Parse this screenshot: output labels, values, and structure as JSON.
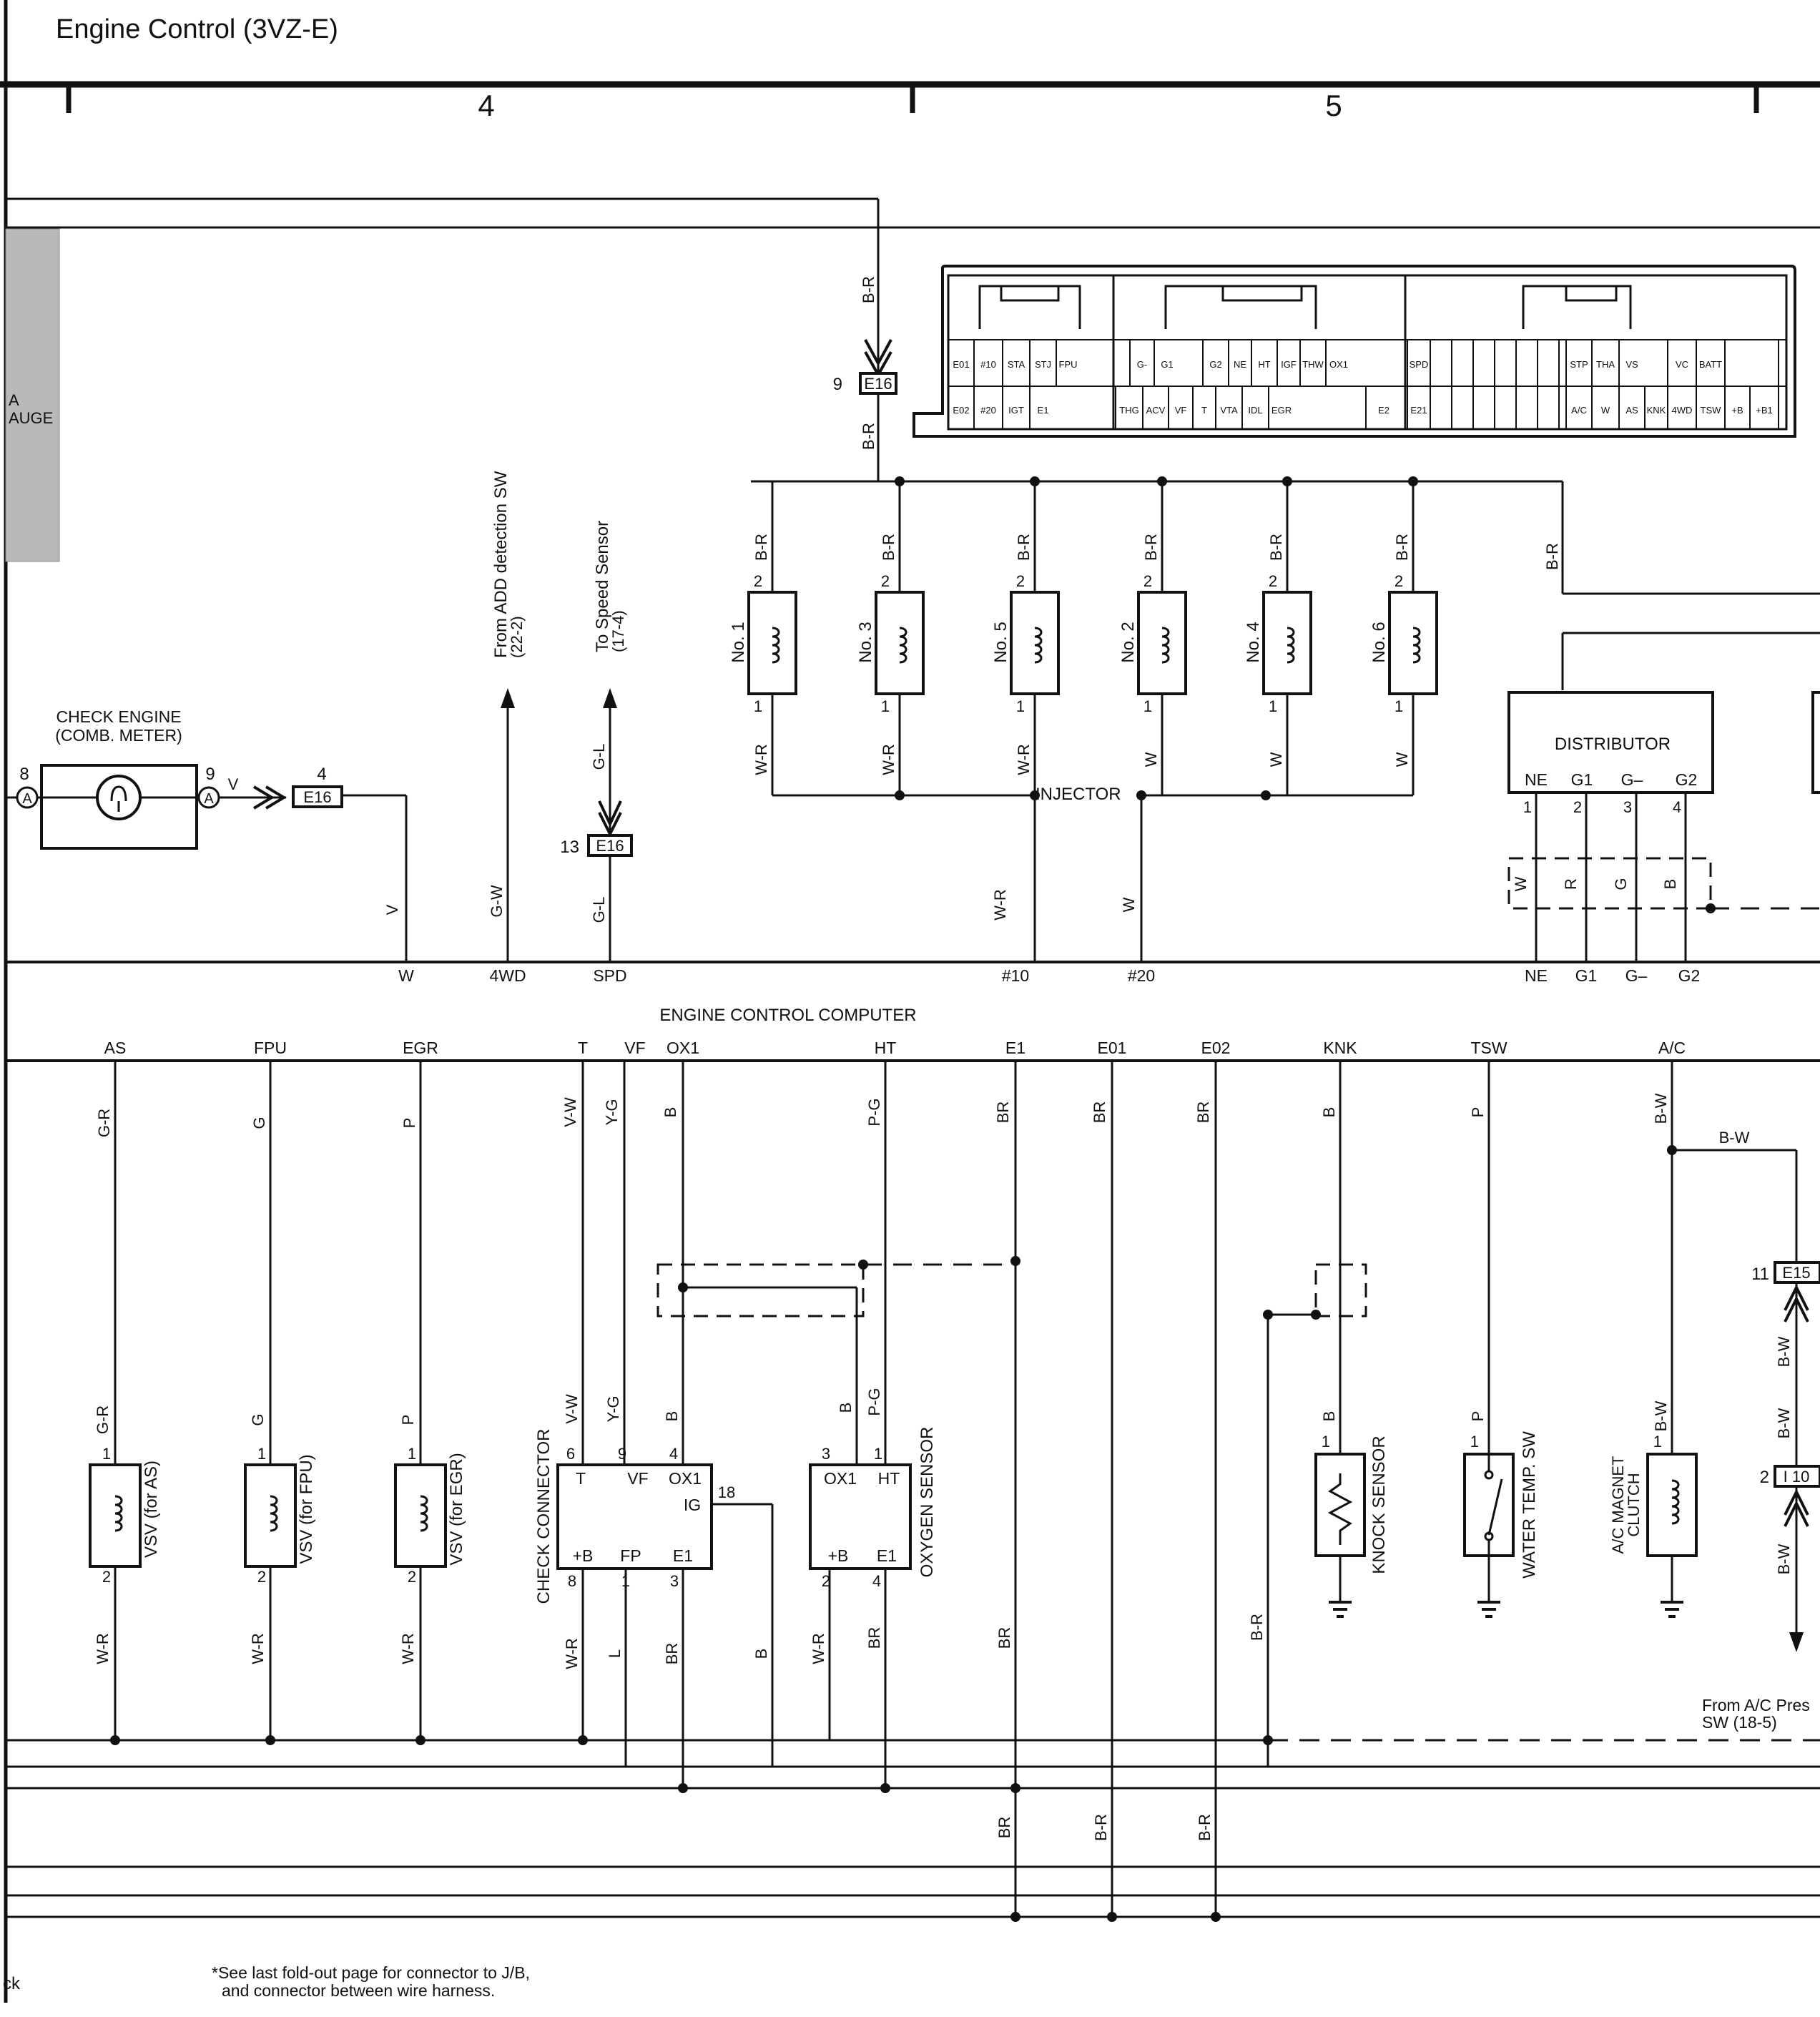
{
  "title": "Engine Control (3VZ-E)",
  "columns": [
    "4",
    "5"
  ],
  "footnote": [
    "*See last fold-out page for connector to J/B,",
    "and connector between wire harness."
  ],
  "edge_fragments": {
    "gauge": [
      "A",
      "AUGE"
    ],
    "corner": "ck"
  },
  "ecu_pins": {
    "row1": [
      "E01",
      "#10",
      "STA",
      "STJ",
      "FPU",
      "G-",
      "G1",
      "G2",
      "NE",
      "HT",
      "IGF",
      "THW",
      "OX1",
      "SPD",
      "STP",
      "THA",
      "VS",
      "VC",
      "BATT"
    ],
    "row2": [
      "E02",
      "#20",
      "IGT",
      "E1",
      "THG",
      "ACV",
      "VF",
      "T",
      "VTA",
      "IDL",
      "EGR",
      "E2",
      "E21",
      "A/C",
      "W",
      "AS",
      "KNK",
      "4WD",
      "TSW",
      "+B",
      "+B1"
    ]
  },
  "connectors": {
    "e16": "E16",
    "e15": "E15",
    "i10": "I 10",
    "e16_top_pin": "9",
    "e16_meter_pin": "4",
    "e16_spd_pin": "13",
    "e15_pin": "11",
    "i10_pin": "2"
  },
  "check_engine": {
    "label1": "CHECK ENGINE",
    "label2": "(COMB. METER)",
    "pin_left": "8",
    "pin_right": "9",
    "conn": "A",
    "wire": "V"
  },
  "from_add": {
    "line1": "From ADD detection SW",
    "line2": "(22-2)"
  },
  "to_speed": {
    "line1": "To Speed Sensor",
    "line2": "(17-4)"
  },
  "injector_label": "INJECTOR",
  "injectors": [
    {
      "name": "No. 1",
      "top_wire": "B-R",
      "bot_wire": "W-R"
    },
    {
      "name": "No. 3",
      "top_wire": "B-R",
      "bot_wire": "W-R"
    },
    {
      "name": "No. 5",
      "top_wire": "B-R",
      "bot_wire": "W-R"
    },
    {
      "name": "No. 2",
      "top_wire": "B-R",
      "bot_wire": "W"
    },
    {
      "name": "No. 4",
      "top_wire": "B-R",
      "bot_wire": "W"
    },
    {
      "name": "No. 6",
      "top_wire": "B-R",
      "bot_wire": "W"
    }
  ],
  "distributor": {
    "label": "DISTRIBUTOR",
    "pins": [
      "NE",
      "G1",
      "G–",
      "G2"
    ],
    "nums": [
      "1",
      "2",
      "3",
      "4"
    ],
    "wires": [
      "W",
      "R",
      "G",
      "B"
    ]
  },
  "upper_wires": {
    "br_top1": "B-R",
    "br_top2": "B-R",
    "br_right": "B-R",
    "v": "V",
    "gw": "G-W",
    "gl1": "G-L",
    "gl2": "G-L",
    "wr10": "W-R",
    "w20": "W"
  },
  "upper_terminals": [
    "W",
    "4WD",
    "SPD",
    "#10",
    "#20",
    "NE",
    "G1",
    "G–",
    "G2"
  ],
  "ecu_label": "ENGINE CONTROL COMPUTER",
  "lower_terminals": [
    "AS",
    "FPU",
    "EGR",
    "T",
    "VF",
    "OX1",
    "HT",
    "E1",
    "E01",
    "E02",
    "KNK",
    "TSW",
    "A/C"
  ],
  "lower_wires": {
    "as": "G-R",
    "fpu": "G",
    "egr": "P",
    "t": "V-W",
    "vf": "Y-G",
    "ox1": "B",
    "ht": "P-G",
    "e1": "BR",
    "e01": "BR",
    "e02": "BR",
    "knk": "B",
    "tsw": "P",
    "ac": "B-W",
    "ac_h": "B-W"
  },
  "vsv": [
    {
      "label": "VSV (for AS)",
      "top": "G-R",
      "bot": "W-R"
    },
    {
      "label": "VSV (for FPU)",
      "top": "G",
      "bot": "W-R"
    },
    {
      "label": "VSV (for EGR)",
      "top": "P",
      "bot": "W-R"
    }
  ],
  "check_connector": {
    "label": "CHECK CONNECTOR",
    "top": [
      "T",
      "VF",
      "OX1"
    ],
    "top_nums": [
      "6",
      "9",
      "4"
    ],
    "ig": "IG",
    "ig_num": "18",
    "bot": [
      "+B",
      "FP",
      "E1"
    ],
    "bot_nums": [
      "8",
      "1",
      "3"
    ],
    "wires_top": [
      "V-W",
      "Y-G",
      "B"
    ],
    "wires_bot": [
      "W-R",
      "L",
      "BR"
    ],
    "ig_wire": "B"
  },
  "oxygen_sensor": {
    "label": "OXYGEN SENSOR",
    "top": [
      "OX1",
      "HT"
    ],
    "top_nums": [
      "3",
      "1"
    ],
    "bot": [
      "+B",
      "E1"
    ],
    "bot_nums": [
      "2",
      "4"
    ],
    "wires_top": [
      "B",
      "P-G"
    ],
    "wires_bot": [
      "W-R",
      "BR"
    ]
  },
  "knock_sensor": {
    "label": "KNOCK SENSOR",
    "pin": "1",
    "wire": "B"
  },
  "water_temp": {
    "label": "WATER TEMP. SW",
    "pin": "1",
    "wire": "P"
  },
  "ac_clutch": {
    "label1": "A/C MAGNET",
    "label2": "CLUTCH",
    "pin": "1",
    "wire": "B-W"
  },
  "e15_wires": [
    "B-W",
    "B-W",
    "B-W"
  ],
  "from_ac": {
    "line1": "From A/C Pres",
    "line2": "SW (18-5)"
  },
  "bottom_wires": {
    "e1": "BR",
    "br_ground": "BR",
    "br_e01": "B-R",
    "br_e02": "B-R",
    "br_knk": "B-R"
  }
}
